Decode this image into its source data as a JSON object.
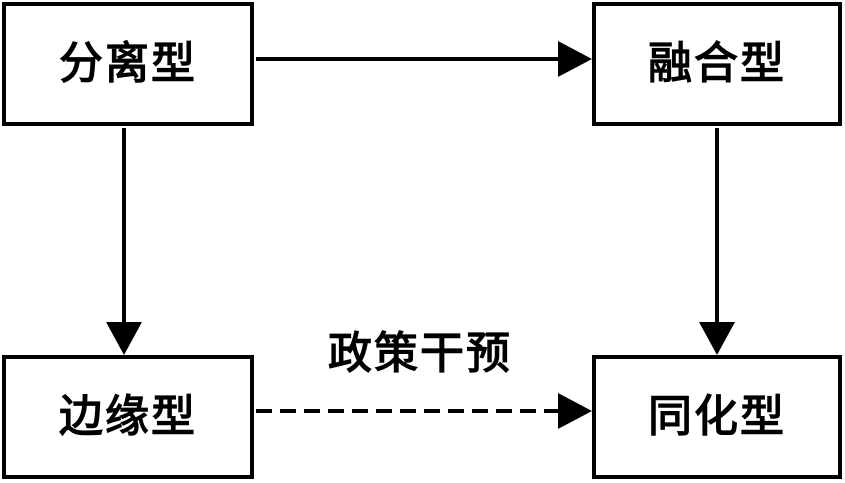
{
  "nodes": {
    "separation": "分离型",
    "integration": "融合型",
    "marginalization": "边缘型",
    "assimilation": "同化型"
  },
  "edges": {
    "policy_intervention_label": "政策干预"
  },
  "colors": {
    "stroke": "#000000",
    "background": "#ffffff"
  }
}
